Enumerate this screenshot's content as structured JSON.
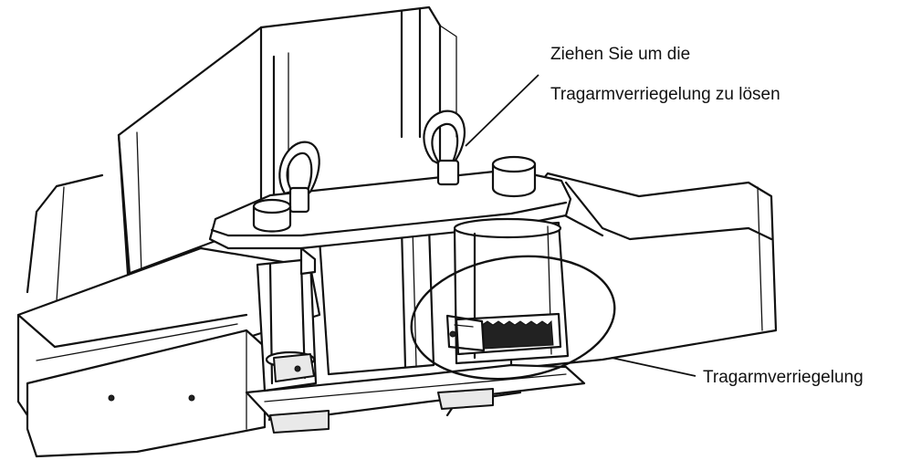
{
  "callouts": {
    "pull_release_line1": "Ziehen Sie um die",
    "pull_release_line2": "Tragarmverriegelung zu lösen",
    "arm_lock": "Tragarmverriegelung"
  }
}
